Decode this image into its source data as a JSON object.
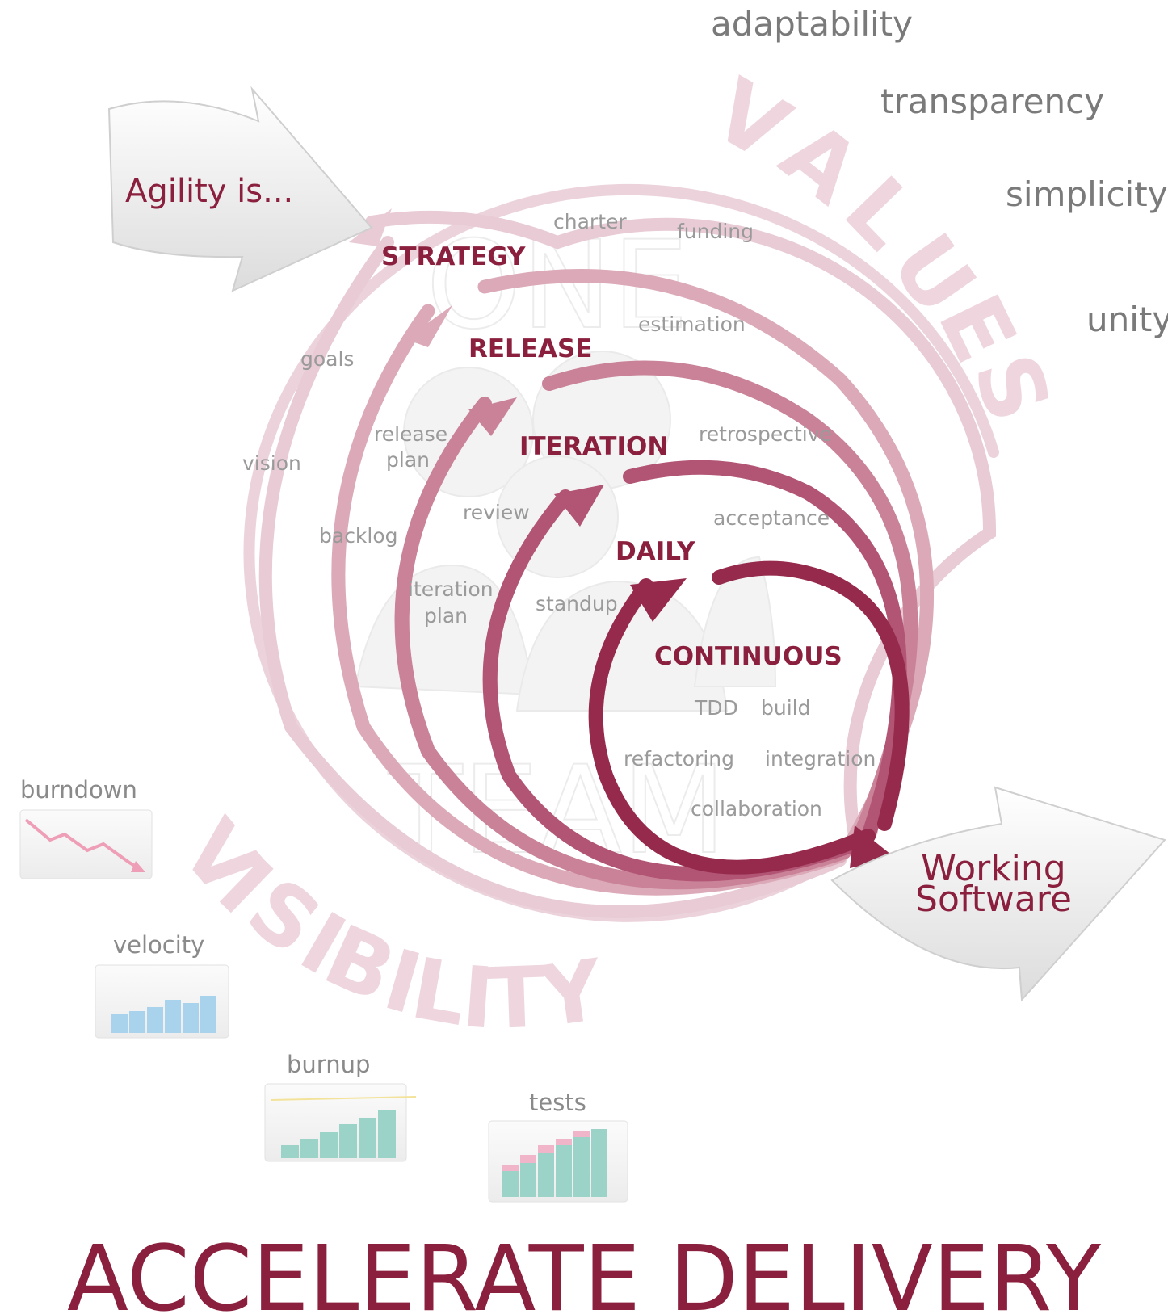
{
  "colors": {
    "dark": "#8a1f3e",
    "outer": "#e6c8d1",
    "ring_strategy": "#e8cbd4",
    "ring_release": "#dba9b8",
    "ring_iteration": "#c98298",
    "ring_daily": "#b25474",
    "ring_continuous": "#962a4c",
    "values": "#efd6de",
    "visibility": "#efd6de",
    "grey_text": "#9a9a9a",
    "mid_text": "#6f6f6f",
    "blue_bar": "#a9d3ec",
    "teal_bar": "#9cd3c9",
    "pink_bar": "#f0b5c9"
  },
  "intro": "Agility is...",
  "values_word": "VALUES",
  "visibility_word": "VISIBILITY",
  "values_list": [
    "adaptability",
    "transparency",
    "simplicity",
    "unity"
  ],
  "watermark": {
    "top": "ONE",
    "bottom": "TEAM"
  },
  "levels": {
    "strategy": "STRATEGY",
    "release": "RELEASE",
    "iteration": "ITERATION",
    "daily": "DAILY",
    "continuous": "CONTINUOUS"
  },
  "terms": {
    "charter": "charter",
    "funding": "funding",
    "goals": "goals",
    "vision": "vision",
    "estimation": "estimation",
    "release_plan_1": "release",
    "release_plan_2": "plan",
    "backlog": "backlog",
    "retrospective": "retrospective",
    "review": "review",
    "acceptance": "acceptance",
    "iteration_plan_1": "iteration",
    "iteration_plan_2": "plan",
    "standup": "standup",
    "tdd": "TDD",
    "build": "build",
    "refactoring": "refactoring",
    "integration": "integration",
    "collaboration": "collaboration"
  },
  "output": {
    "line1": "Working",
    "line2": "Software"
  },
  "metrics": {
    "burndown": "burndown",
    "velocity": "velocity",
    "burnup": "burnup",
    "tests": "tests"
  },
  "footer": "ACCELERATE DELIVERY"
}
